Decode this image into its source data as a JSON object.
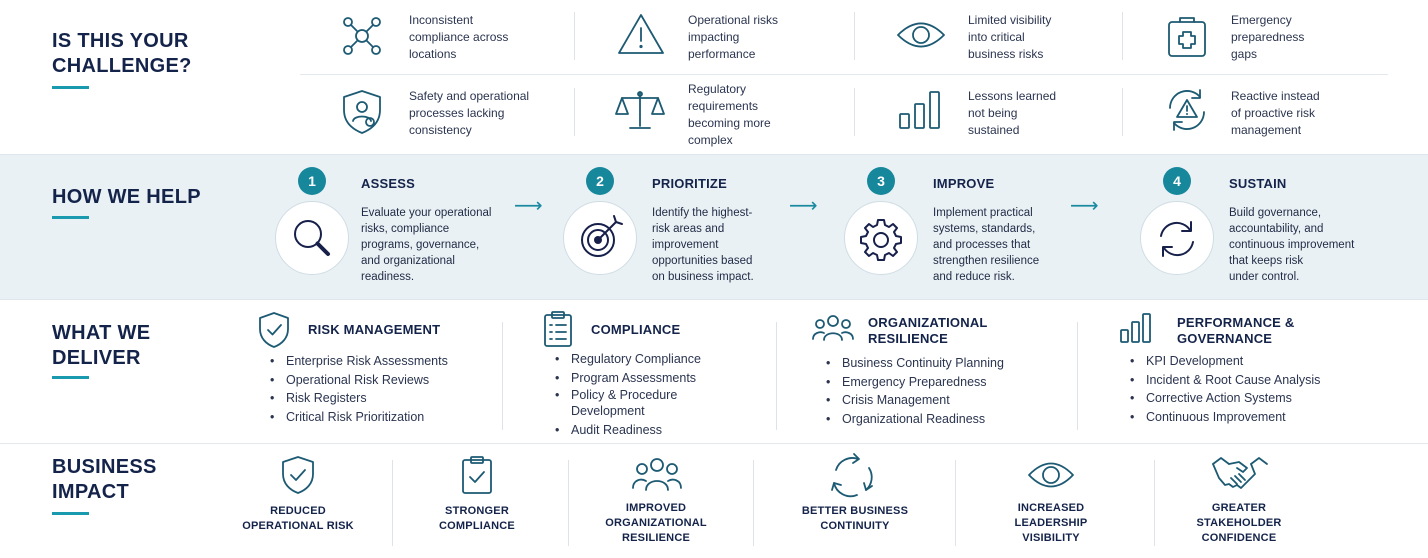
{
  "colors": {
    "accent": "#1a9aae",
    "navy": "#14234a",
    "band_bg": "#eaf1f5",
    "icon": "#1d5a73"
  },
  "challenge": {
    "title": "IS THIS YOUR\nCHALLENGE?",
    "items": [
      {
        "icon": "network-nodes-icon",
        "text": "Inconsistent\ncompliance across\nlocations"
      },
      {
        "icon": "warning-triangle-icon",
        "text": "Operational risks\nimpacting\nperformance"
      },
      {
        "icon": "eye-icon",
        "text": "Limited visibility\ninto critical\nbusiness risks"
      },
      {
        "icon": "first-aid-kit-icon",
        "text": "Emergency\npreparedness\ngaps"
      },
      {
        "icon": "shield-person-icon",
        "text": "Safety and operational\nprocesses lacking\nconsistency"
      },
      {
        "icon": "scales-icon",
        "text": "Regulatory\nrequirements\nbecoming more\ncomplex"
      },
      {
        "icon": "bar-chart-icon",
        "text": "Lessons learned\nnot being\nsustained"
      },
      {
        "icon": "warning-cycle-icon",
        "text": "Reactive instead\nof proactive risk\nmanagement"
      }
    ]
  },
  "help": {
    "title": "HOW WE HELP",
    "steps": [
      {
        "number": "1",
        "title": "ASSESS",
        "icon": "magnifier-icon",
        "description": "Evaluate your operational\nrisks, compliance\nprograms, governance,\nand organizational\nreadiness."
      },
      {
        "number": "2",
        "title": "PRIORITIZE",
        "icon": "target-icon",
        "description": "Identify the highest-\nrisk areas and\nimprovement\nopportunities based\non business impact."
      },
      {
        "number": "3",
        "title": "IMPROVE",
        "icon": "gear-icon",
        "description": "Implement practical\nsystems, standards,\nand processes that\nstrengthen resilience\nand reduce risk."
      },
      {
        "number": "4",
        "title": "SUSTAIN",
        "icon": "refresh-cycle-icon",
        "description": "Build governance,\naccountability, and\ncontinuous improvement\nthat keeps risk\nunder control."
      }
    ]
  },
  "deliver": {
    "title": "WHAT WE\nDELIVER",
    "columns": [
      {
        "icon": "shield-check-icon",
        "title": "RISK MANAGEMENT",
        "items": [
          "Enterprise Risk Assessments",
          "Operational Risk Reviews",
          "Risk Registers",
          "Critical Risk Prioritization"
        ]
      },
      {
        "icon": "clipboard-list-icon",
        "title": "COMPLIANCE",
        "items": [
          "Regulatory Compliance",
          "Program Assessments",
          "Policy & Procedure\nDevelopment",
          "Audit Readiness"
        ]
      },
      {
        "icon": "people-group-icon",
        "title": "ORGANIZATIONAL\nRESILIENCE",
        "items": [
          "Business Continuity Planning",
          "Emergency Preparedness",
          "Crisis Management",
          "Organizational Readiness"
        ]
      },
      {
        "icon": "bar-chart-icon",
        "title": "PERFORMANCE &\nGOVERNANCE",
        "items": [
          "KPI Development",
          "Incident & Root Cause Analysis",
          "Corrective Action Systems",
          "Continuous Improvement"
        ]
      }
    ]
  },
  "impact": {
    "title": "BUSINESS\nIMPACT",
    "items": [
      {
        "icon": "shield-check-icon",
        "label": "REDUCED\nOPERATIONAL RISK"
      },
      {
        "icon": "clipboard-check-icon",
        "label": "STRONGER\nCOMPLIANCE"
      },
      {
        "icon": "people-group-icon",
        "label": "IMPROVED\nORGANIZATIONAL\nRESILIENCE"
      },
      {
        "icon": "continuity-cycle-icon",
        "label": "BETTER BUSINESS\nCONTINUITY"
      },
      {
        "icon": "eye-icon",
        "label": "INCREASED\nLEADERSHIP\nVISIBILITY"
      },
      {
        "icon": "handshake-icon",
        "label": "GREATER\nSTAKEHOLDER\nCONFIDENCE"
      }
    ]
  }
}
